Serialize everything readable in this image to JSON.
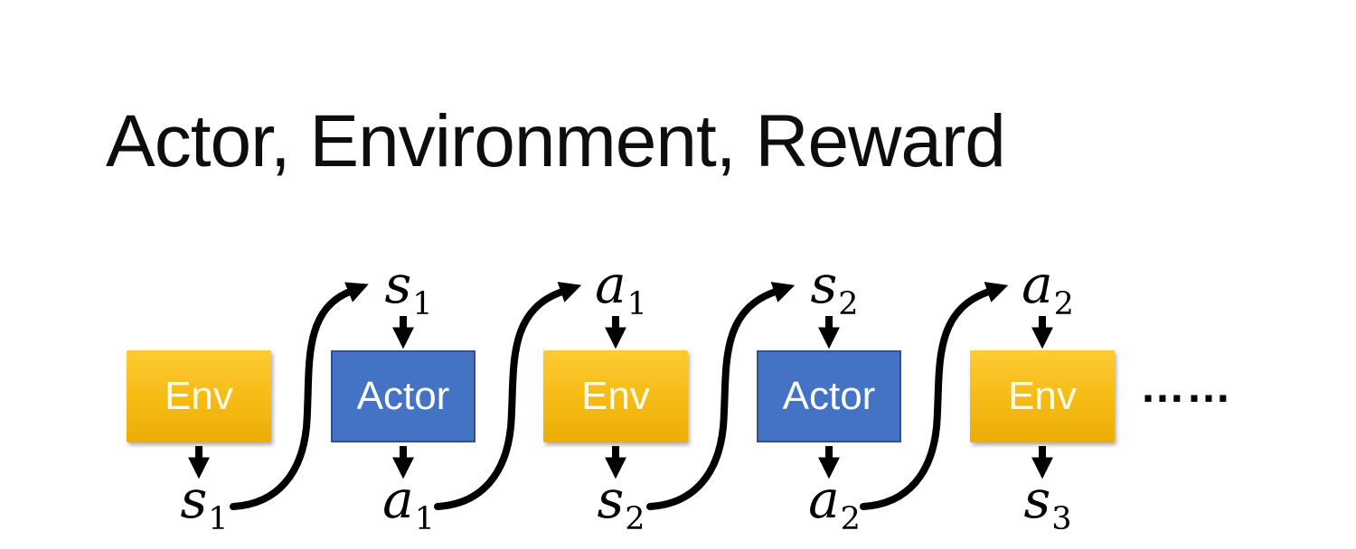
{
  "title": "Actor, Environment, Reward",
  "ellipsis": "……",
  "colors": {
    "env_gradient_top": "#FFCB33",
    "env_gradient_bottom": "#EAAE06",
    "env_text": "#FFFBEA",
    "actor_fill": "#4472C4",
    "actor_border": "#2F528F",
    "actor_text": "#FFFFFF",
    "arrow": "#000000",
    "title_text": "#0D0D0D",
    "background": "#FFFFFF"
  },
  "diagram": {
    "type": "flow-sequence",
    "nodes": [
      {
        "kind": "env",
        "label": "Env",
        "top_input": null,
        "bottom_output": {
          "base": "s",
          "sub": "1"
        }
      },
      {
        "kind": "actor",
        "label": "Actor",
        "top_input": {
          "base": "s",
          "sub": "1"
        },
        "bottom_output": {
          "base": "a",
          "sub": "1"
        }
      },
      {
        "kind": "env",
        "label": "Env",
        "top_input": {
          "base": "a",
          "sub": "1"
        },
        "bottom_output": {
          "base": "s",
          "sub": "2"
        }
      },
      {
        "kind": "actor",
        "label": "Actor",
        "top_input": {
          "base": "s",
          "sub": "2"
        },
        "bottom_output": {
          "base": "a",
          "sub": "2"
        }
      },
      {
        "kind": "env",
        "label": "Env",
        "top_input": {
          "base": "a",
          "sub": "2"
        },
        "bottom_output": {
          "base": "s",
          "sub": "3"
        }
      }
    ],
    "connections": [
      {
        "from": 0,
        "to": 1,
        "signal": "s1"
      },
      {
        "from": 1,
        "to": 2,
        "signal": "a1"
      },
      {
        "from": 2,
        "to": 3,
        "signal": "s2"
      },
      {
        "from": 3,
        "to": 4,
        "signal": "a2"
      }
    ]
  }
}
